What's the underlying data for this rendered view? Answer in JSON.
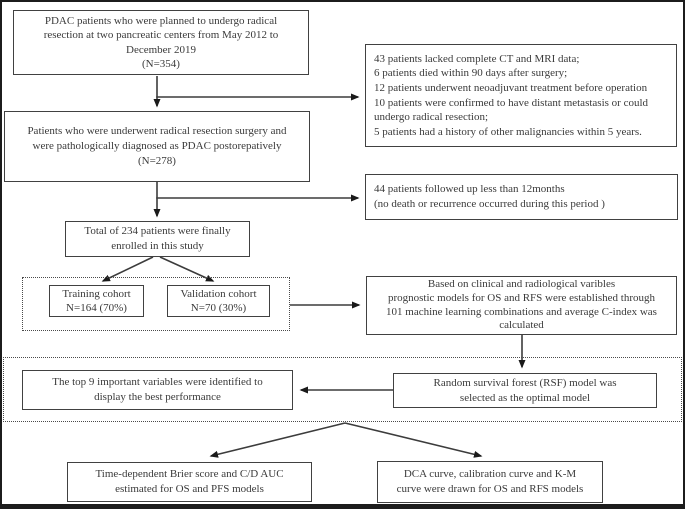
{
  "figure_type": "patient-flowchart",
  "boxes": {
    "planned": {
      "lines": [
        "PDAC patients who were planned to undergo radical",
        "resection at two pancreatic centers from May 2012 to",
        "December 2019",
        "(N=354)"
      ]
    },
    "exclusion1": {
      "lines": [
        "43 patients lacked complete CT and MRI data;",
        "6 patients died within 90 days after surgery;",
        "12 patients underwent neoadjuvant treatment before operation",
        "10 patients were confirmed to have distant metastasis or could",
        "undergo radical resection;",
        "5 patients had a history of other malignancies within 5 years."
      ]
    },
    "resected": {
      "lines": [
        "Patients who were underwent radical resection surgery and",
        "were pathologically diagnosed as PDAC postorepatively",
        "(N=278)"
      ]
    },
    "followup": {
      "lines": [
        "44 patients followed up less than 12months",
        "(no death or recurrence occurred during this period )"
      ]
    },
    "enrolled": {
      "lines": [
        "Total of 234 patients were finally",
        "enrolled in this study"
      ]
    },
    "training": {
      "lines": [
        "Training cohort",
        "N=164 (70%)"
      ]
    },
    "validation": {
      "lines": [
        "Validation cohort",
        "N=70 (30%)"
      ]
    },
    "models": {
      "lines": [
        "Based on clinical and radiological varibles",
        "prognostic models for OS and RFS were established through",
        "101 machine learning combinations and average C-index was",
        "calculated"
      ]
    },
    "top9": {
      "lines": [
        "The top 9 important variables were identified to",
        "display the best performance"
      ]
    },
    "rsf": {
      "lines": [
        "Random survival forest (RSF) model was",
        "selected as the optimal model"
      ]
    },
    "brier": {
      "lines": [
        "Time-dependent Brier score and C/D AUC",
        "estimated for OS and PFS models"
      ]
    },
    "dca": {
      "lines": [
        "DCA curve, calibration curve and K-M",
        "curve were drawn for OS and RFS models"
      ]
    }
  },
  "colors": {
    "background": "#ffffff",
    "frame_border": "#1c1c1c",
    "box_border": "#414141",
    "dotted_border": "#4a4a4a",
    "text": "#3a3a3a",
    "arrow_line": "#3c3c3c",
    "arrowhead": "#1a1a1a"
  }
}
